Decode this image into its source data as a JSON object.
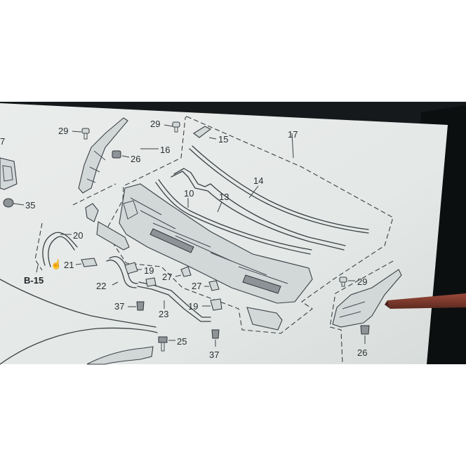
{
  "diagram": {
    "callouts": {
      "c7": "7",
      "c35": "35",
      "c29a": "29",
      "c29b": "29",
      "c29c": "29",
      "c16": "16",
      "c26a": "26",
      "c26b": "26",
      "c15": "15",
      "c17": "17",
      "c14": "14",
      "c13": "13",
      "c10": "10",
      "c20": "20",
      "c21": "21",
      "c22": "22",
      "c19a": "19",
      "c19b": "19",
      "c27a": "27",
      "c27b": "27",
      "c23": "23",
      "c37a": "37",
      "c37b": "37",
      "c25": "25"
    },
    "reference": "B-15",
    "colors": {
      "paper": "#e7eae8",
      "monitor_bezel": "#15191b",
      "line": "#3b4046",
      "pointer": "#7d3b2f"
    }
  }
}
